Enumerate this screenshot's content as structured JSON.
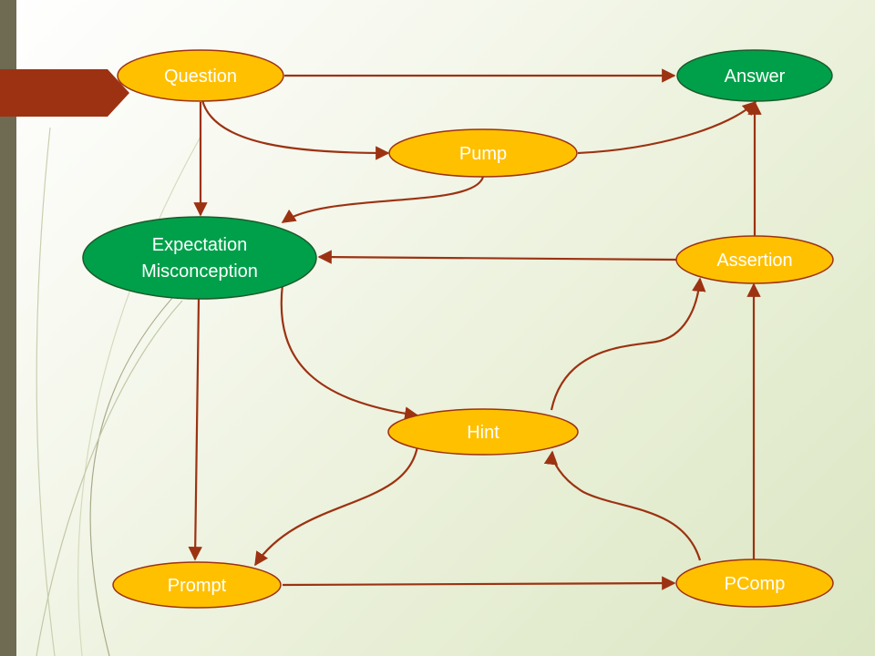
{
  "colors": {
    "left_bar": "#6f6a52",
    "tab": "#9c3212",
    "yellow_node": "#ffc000",
    "green_node": "#00a04a",
    "node_border": "#9c3212",
    "edge": "#9c3212"
  },
  "nodes": {
    "question": {
      "label": "Question",
      "kind": "yellow"
    },
    "answer": {
      "label": "Answer",
      "kind": "green"
    },
    "pump": {
      "label": "Pump",
      "kind": "yellow"
    },
    "expectation": {
      "line1": "Expectation",
      "line2": "Misconception",
      "kind": "green"
    },
    "assertion": {
      "label": "Assertion",
      "kind": "yellow"
    },
    "hint": {
      "label": "Hint",
      "kind": "yellow"
    },
    "prompt": {
      "label": "Prompt",
      "kind": "yellow"
    },
    "pcomp": {
      "label": "PComp",
      "kind": "yellow"
    }
  },
  "edges": [
    {
      "from": "Question",
      "to": "Answer"
    },
    {
      "from": "Question",
      "to": "Pump"
    },
    {
      "from": "Question",
      "to": "Expectation Misconception"
    },
    {
      "from": "Pump",
      "to": "Answer"
    },
    {
      "from": "Pump",
      "to": "Expectation Misconception"
    },
    {
      "from": "Assertion",
      "to": "Answer"
    },
    {
      "from": "Assertion",
      "to": "Expectation Misconception"
    },
    {
      "from": "Expectation Misconception",
      "to": "Prompt"
    },
    {
      "from": "Expectation Misconception",
      "to": "Hint"
    },
    {
      "from": "Hint",
      "to": "Assertion"
    },
    {
      "from": "Hint",
      "to": "Prompt"
    },
    {
      "from": "Prompt",
      "to": "PComp"
    },
    {
      "from": "PComp",
      "to": "Hint"
    },
    {
      "from": "PComp",
      "to": "Assertion"
    }
  ]
}
